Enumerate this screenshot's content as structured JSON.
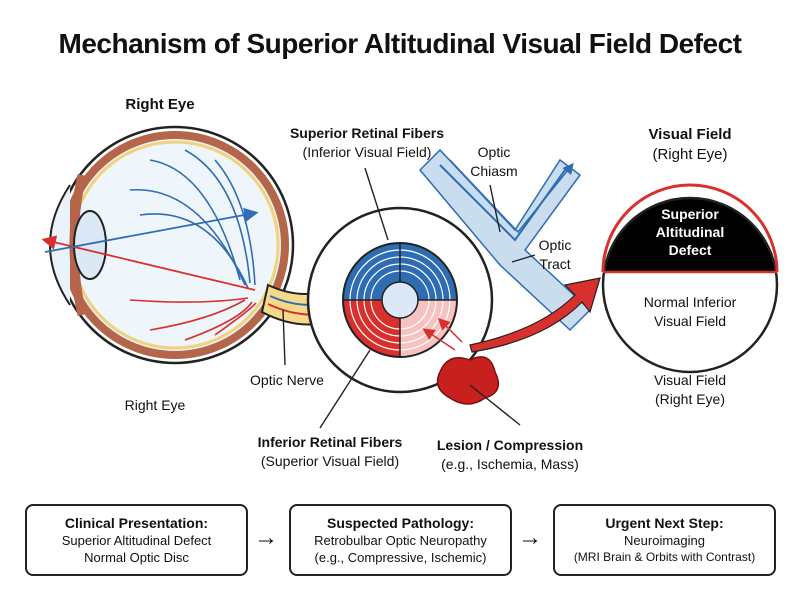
{
  "title": "Mechanism of Superior Altitudinal Visual Field Defect",
  "labels": {
    "right_eye_top": "Right Eye",
    "right_eye_bottom": "Right Eye",
    "optic_nerve": "Optic Nerve",
    "superior_fibers_title": "Superior Retinal Fibers",
    "superior_fibers_sub": "(Inferior Visual Field)",
    "inferior_fibers_title": "Inferior Retinal Fibers",
    "inferior_fibers_sub": "(Superior Visual Field)",
    "optic_chiasm_1": "Optic",
    "optic_chiasm_2": "Chiasm",
    "optic_tract_1": "Optic",
    "optic_tract_2": "Tract",
    "lesion_title": "Lesion / Compression",
    "lesion_sub": "(e.g., Ischemia, Mass)",
    "vf_title": "Visual Field",
    "vf_sub": "(Right Eye)",
    "defect_1": "Superior",
    "defect_2": "Altitudinal",
    "defect_3": "Defect",
    "normal_1": "Normal Inferior",
    "normal_2": "Visual Field",
    "vf_bottom_1": "Visual Field",
    "vf_bottom_2": "(Right Eye)"
  },
  "flow": [
    {
      "heading": "Clinical Presentation:",
      "line1": "Superior Altitudinal Defect",
      "line2": "Normal Optic Disc"
    },
    {
      "heading": "Suspected Pathology:",
      "line1": "Retrobulbar Optic Neuropathy",
      "line2": "(e.g., Compressive, Ischemic)"
    },
    {
      "heading": "Urgent Next Step:",
      "line1": "Neuroimaging",
      "line2": "(MRI Brain & Orbits with Contrast)"
    }
  ],
  "arrow_glyph": "→",
  "colors": {
    "superior_blue": "#2e6db4",
    "inferior_red": "#d8302c",
    "nerve_light_blue": "#c9ddef",
    "lesion_red": "#c8201e",
    "defect_black": "#000000",
    "retina_brown": "#b5654a"
  }
}
